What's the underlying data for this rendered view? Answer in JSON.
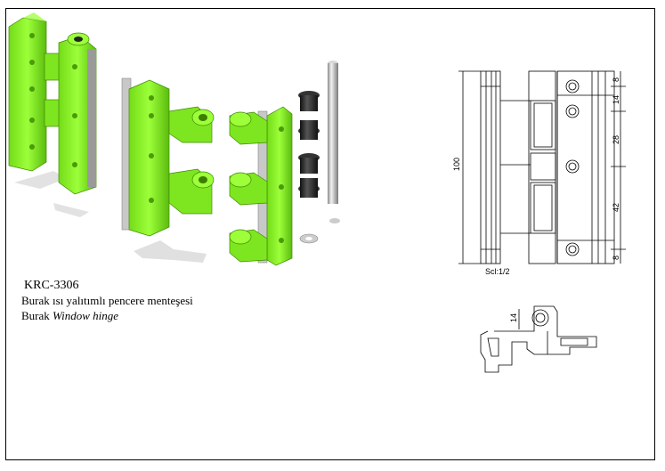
{
  "product": {
    "code": "KRC-3306",
    "line1": "Burak ısı yalıtımlı pencere menteşesi",
    "line2_prefix": "Burak ",
    "line2_italic": "Window hinge"
  },
  "drawing": {
    "scale_label": "Scl:1/2",
    "overall_height": "100",
    "dims_right": [
      "8",
      "14",
      "28",
      "42",
      "8"
    ],
    "section_dim": "14"
  },
  "colors": {
    "hinge_green": "#8cf02a",
    "hinge_shadow": "#5cb80c",
    "bushing_black": "#222222",
    "pin_gray": "#b9b9b9"
  }
}
